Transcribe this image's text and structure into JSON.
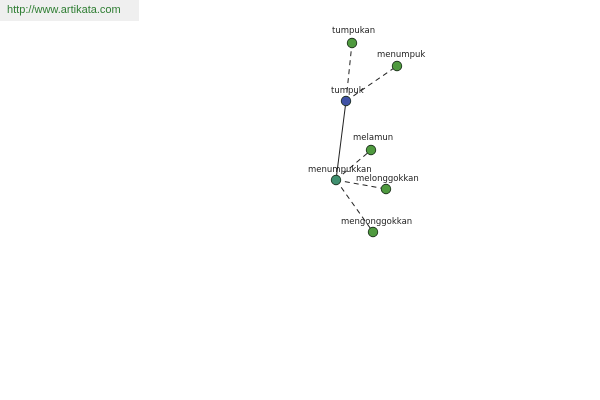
{
  "header": {
    "url": "http://www.artikata.com"
  },
  "graph": {
    "colors": {
      "primary_node": "#3f51a5",
      "secondary_node": "#4f9a3f",
      "node_stroke": "#1c2e1c",
      "solid_edge": "#222222",
      "dashed_edge": "#222222"
    },
    "nodes": [
      {
        "id": "tumpuk",
        "label": "tumpuk",
        "kind": "primary"
      },
      {
        "id": "tumpukan",
        "label": "tumpukan",
        "kind": "secondary"
      },
      {
        "id": "menumpuk",
        "label": "menumpuk",
        "kind": "secondary"
      },
      {
        "id": "menumpukkan",
        "label": "menumpukkan",
        "kind": "hub"
      },
      {
        "id": "melamun",
        "label": "melamun",
        "kind": "secondary"
      },
      {
        "id": "melonggokkan",
        "label": "melonggokkan",
        "kind": "secondary"
      },
      {
        "id": "mengonggokkan",
        "label": "mengonggokkan",
        "kind": "secondary"
      }
    ],
    "edges": [
      {
        "from": "tumpuk",
        "to": "menumpukkan",
        "style": "solid"
      },
      {
        "from": "tumpuk",
        "to": "tumpukan",
        "style": "dashed"
      },
      {
        "from": "tumpuk",
        "to": "menumpuk",
        "style": "dashed"
      },
      {
        "from": "menumpukkan",
        "to": "melamun",
        "style": "dashed"
      },
      {
        "from": "menumpukkan",
        "to": "melonggokkan",
        "style": "dashed"
      },
      {
        "from": "menumpukkan",
        "to": "mengonggokkan",
        "style": "dashed"
      }
    ]
  }
}
